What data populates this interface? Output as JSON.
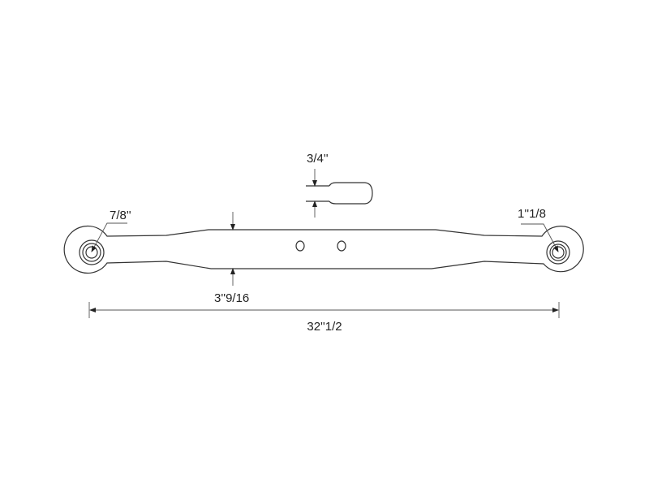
{
  "labels": {
    "pin_left": "7/8''",
    "pin_right": "1''1/8",
    "thickness": "3/4''",
    "width": "3''9/16",
    "length": "32''1/2"
  },
  "colors": {
    "line": "#333333",
    "background": "#ffffff"
  }
}
